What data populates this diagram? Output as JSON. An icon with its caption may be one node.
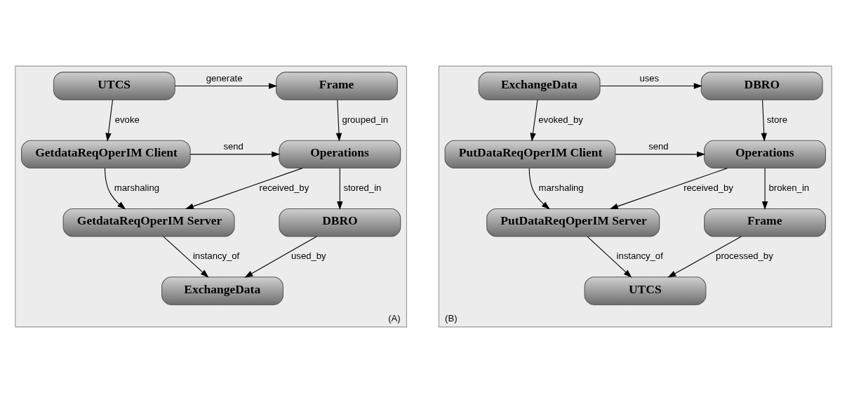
{
  "diagram": {
    "nodes": [
      {
        "text": [
          "(A)"
        ]
      },
      {
        "text": [
          "UTCS"
        ],
        "in": 0
      },
      {
        "text": [
          "Frame"
        ],
        "in": 0
      },
      {
        "text": [
          "GetdataReqOperIM Client"
        ],
        "in": 0
      },
      {
        "text": [
          "Operations"
        ],
        "in": 0
      },
      {
        "text": [
          "GetdataReqOperIM Server"
        ],
        "in": 0
      },
      {
        "text": [
          "DBRO"
        ],
        "in": 0
      },
      {
        "text": [
          "ExchangeData"
        ],
        "in": 0
      },
      {
        "text": [
          "(B)"
        ]
      },
      {
        "text": [
          "ExchangeData"
        ],
        "in": 8
      },
      {
        "text": [
          "DBRO"
        ],
        "in": 8
      },
      {
        "text": [
          "PutDataReqOperIM Client"
        ],
        "in": 8
      },
      {
        "text": [
          "Operations"
        ],
        "in": 8
      },
      {
        "text": [
          "PutDataReqOperIM Server"
        ],
        "in": 8
      },
      {
        "text": [
          "Frame"
        ],
        "in": 8
      },
      {
        "text": [
          "UTCS"
        ],
        "in": 8
      }
    ],
    "edges": [
      {
        "from": 1,
        "to": 2,
        "arrow": "to",
        "label": "generate"
      },
      {
        "from": 1,
        "to": 3,
        "arrow": "to",
        "label": "evoke"
      },
      {
        "from": 2,
        "to": 4,
        "arrow": "to",
        "label": "grouped_in"
      },
      {
        "from": 3,
        "to": 4,
        "arrow": "to",
        "label": "send"
      },
      {
        "from": 3,
        "to": 5,
        "arrow": "to",
        "label": "marshaling"
      },
      {
        "from": 4,
        "to": 5,
        "arrow": "to",
        "label": "received_by"
      },
      {
        "from": 4,
        "to": 6,
        "arrow": "to",
        "label": "stored_in"
      },
      {
        "from": 5,
        "to": 7,
        "arrow": "to",
        "label": "instancy_of"
      },
      {
        "from": 6,
        "to": 7,
        "arrow": "to",
        "label": "used_by"
      },
      {
        "from": 9,
        "to": 10,
        "arrow": "to",
        "label": "uses"
      },
      {
        "from": 9,
        "to": 11,
        "arrow": "to",
        "label": "evoked_by"
      },
      {
        "from": 10,
        "to": 12,
        "arrow": "to",
        "label": "store"
      },
      {
        "from": 11,
        "to": 12,
        "arrow": "to",
        "label": "send"
      },
      {
        "from": 11,
        "to": 13,
        "arrow": "to",
        "label": "marshaling"
      },
      {
        "from": 12,
        "to": 13,
        "arrow": "to",
        "label": "received_by"
      },
      {
        "from": 12,
        "to": 14,
        "arrow": "to",
        "label": "broken_in"
      },
      {
        "from": 13,
        "to": 15,
        "arrow": "to",
        "label": "instancy_of"
      },
      {
        "from": 14,
        "to": 15,
        "arrow": "to",
        "label": "processed_by"
      }
    ]
  }
}
